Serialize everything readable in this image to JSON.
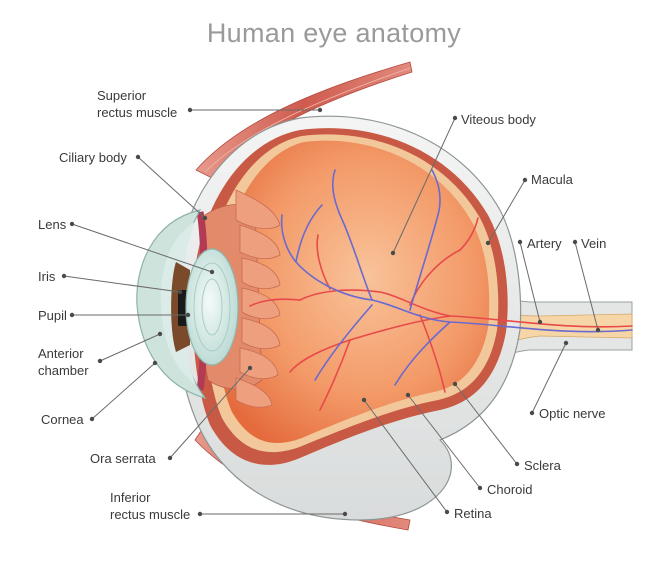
{
  "title": "Human eye anatomy",
  "labels": {
    "superior_rectus_1": "Superior",
    "superior_rectus_2": "rectus muscle",
    "ciliary_body": "Ciliary body",
    "lens": "Lens",
    "iris": "Iris",
    "pupil": "Pupil",
    "anterior_chamber_1": "Anterior",
    "anterior_chamber_2": "chamber",
    "cornea": "Cornea",
    "ora_serrata": "Ora serrata",
    "inferior_rectus_1": "Inferior",
    "inferior_rectus_2": "rectus muscle",
    "viteous_body": "Viteous body",
    "macula": "Macula",
    "artery": "Artery",
    "vein": "Vein",
    "optic_nerve": "Optic nerve",
    "sclera": "Sclera",
    "choroid": "Choroid",
    "retina": "Retina"
  },
  "colors": {
    "vitreous_center": "#f7b58a",
    "vitreous_edge": "#ee7a4a",
    "retina": "#e8a87a",
    "choroid": "#c65a43",
    "sclera": "#e9eaea",
    "cornea": "#cfe3dd",
    "iris": "#7a4a2a",
    "lens": "#d9ece8",
    "muscle": "#d9786a",
    "artery": "#e84a4a",
    "vein": "#6a6ad0",
    "optic_nerve": "#f6d6a6",
    "leader_line": "#6a6a6a",
    "title": "#9a9a9a"
  }
}
